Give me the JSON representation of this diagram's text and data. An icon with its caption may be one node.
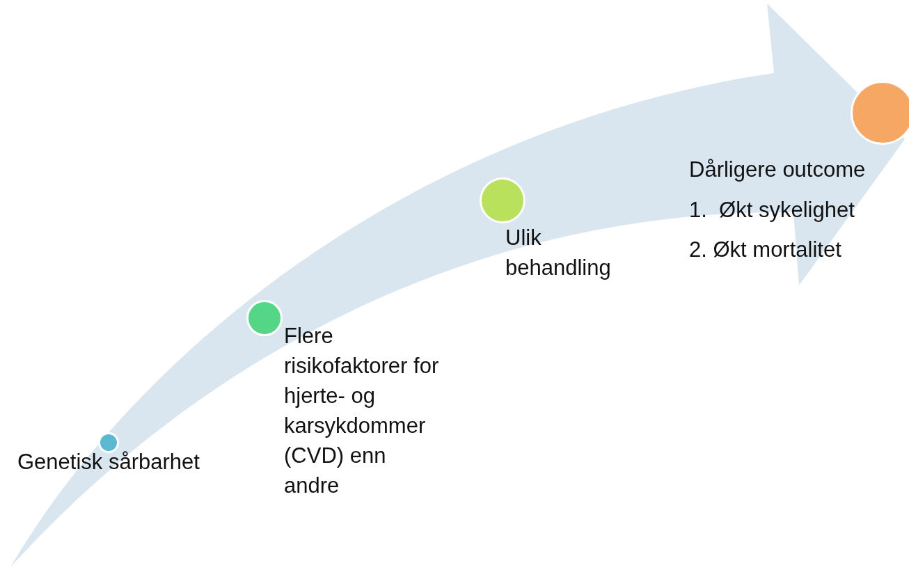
{
  "diagram": {
    "nodes": [
      {
        "text": [],
        "shape": "circle",
        "beside": [
          "Genetisk sårbarhet"
        ]
      },
      {
        "text": [],
        "shape": "circle",
        "beside": [
          "Flere risikofaktorer for hjerte- og karsykdommer (CVD) enn andre"
        ]
      },
      {
        "text": [],
        "shape": "circle",
        "beside": [
          "Ulik behandling"
        ]
      },
      {
        "text": [],
        "shape": "circle",
        "beside": [
          "Dårligere outcome",
          "1.  Økt sykelighet",
          "2. Økt mortalitet"
        ]
      }
    ]
  }
}
